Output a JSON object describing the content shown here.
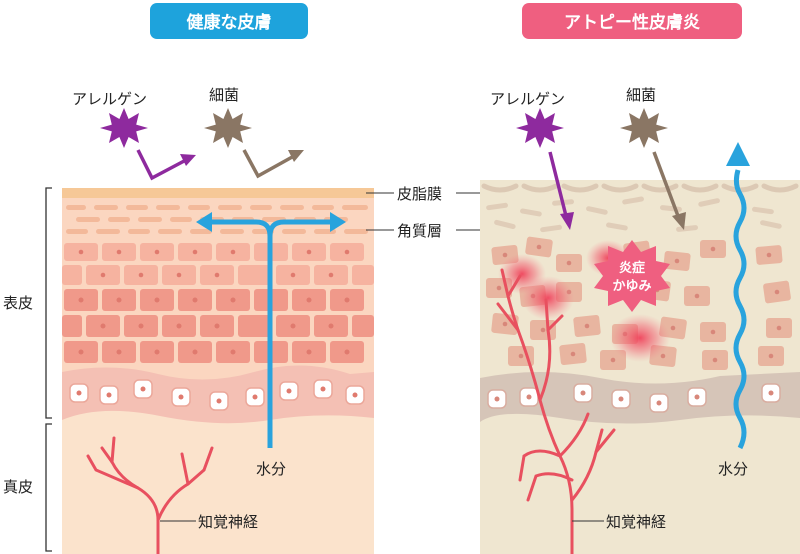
{
  "colors": {
    "healthy_badge": "#1ea3dc",
    "atopic_badge": "#ef5f80",
    "allergen": "#8e2a9e",
    "bacteria": "#8a7664",
    "water": "#29a3dd",
    "nerve": "#e8505f",
    "sebum_healthy": "#f6c897",
    "skin_healthy": "#fbe3cc",
    "cells_healthy": "#f4a99a",
    "skin_atopic": "#efe6d0",
    "cells_atopic": "#e5ae9b"
  },
  "healthy": {
    "title": "健康な皮膚",
    "allergen": "アレルゲン",
    "bacteria": "細菌",
    "water": "水分",
    "nerve": "知覚神経"
  },
  "atopic": {
    "title": "アトピー性皮膚炎",
    "allergen": "アレルゲン",
    "bacteria": "細菌",
    "water": "水分",
    "nerve": "知覚神経",
    "inflammation_line1": "炎症",
    "inflammation_line2": "かゆみ"
  },
  "center_labels": {
    "sebum": "皮脂膜",
    "stratum_corneum": "角質層"
  },
  "side_labels": {
    "epidermis": "表皮",
    "dermis": "真皮"
  },
  "icons": {
    "allergen": "spiky-star-icon",
    "bacteria": "spiky-star-icon",
    "water": "arrow-icon"
  }
}
